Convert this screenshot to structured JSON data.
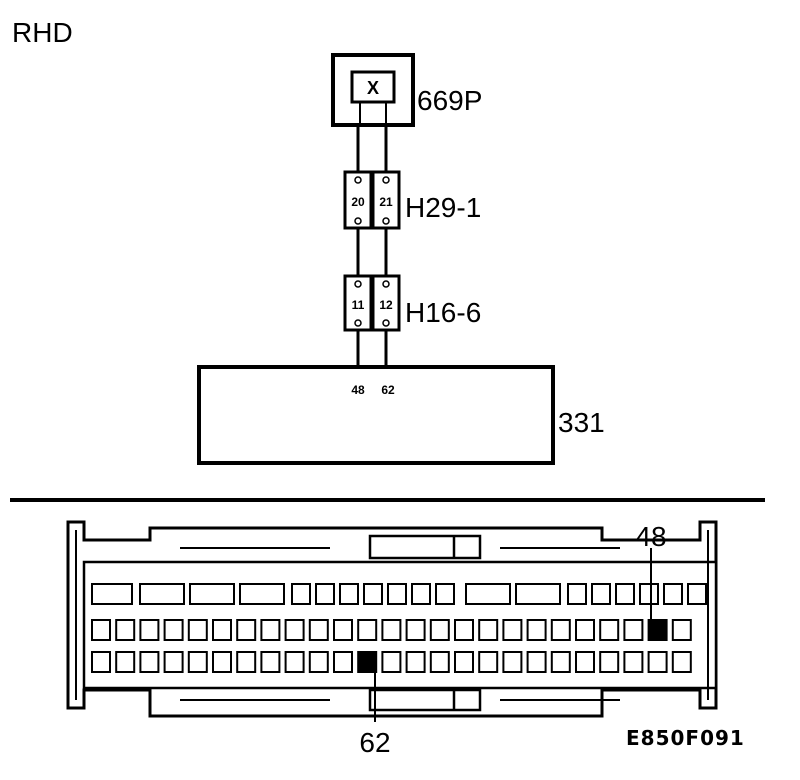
{
  "diagram": {
    "variant": "RHD",
    "components": {
      "switch": {
        "id": "669P",
        "symbol": "X"
      },
      "connector_a": {
        "id": "H29-1",
        "pins": [
          "20",
          "21"
        ]
      },
      "connector_b": {
        "id": "H16-6",
        "pins": [
          "11",
          "12"
        ]
      },
      "module": {
        "id": "331",
        "pins": [
          "48",
          "62"
        ]
      }
    },
    "connector_view": {
      "callout_top": "48",
      "callout_bottom": "62"
    },
    "figure_code": "E850F091"
  }
}
